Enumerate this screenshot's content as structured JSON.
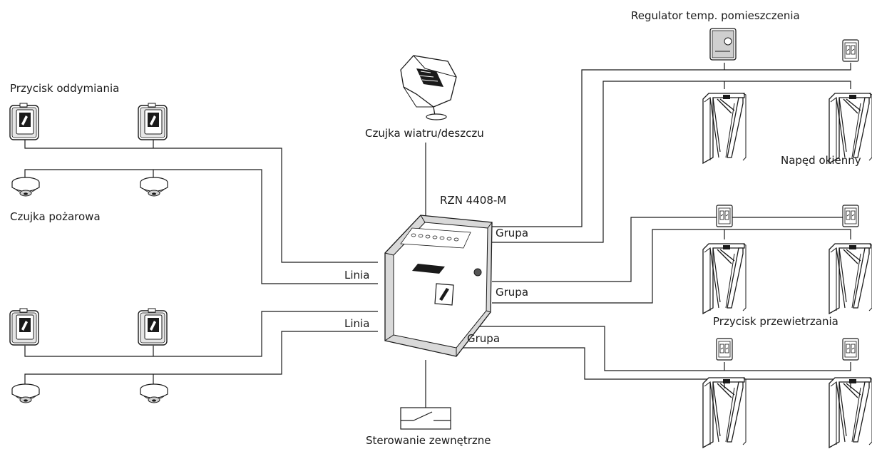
{
  "labels": {
    "room_regulator": "Regulator temp. pomieszczenia",
    "smoke_button": "Przycisk oddymiania",
    "wind_rain_sensor": "Czujka wiatru/deszczu",
    "window_drive": "Napęd okienny",
    "controller": "RZN 4408-M",
    "fire_detector": "Czujka pożarowa",
    "line_1": "Linia",
    "line_2": "Linia",
    "group_1": "Grupa",
    "group_2": "Grupa",
    "group_3": "Grupa",
    "vent_button": "Przycisk przewietrzania",
    "external_control": "Sterowanie zewnętrzne"
  },
  "colors": {
    "line": "#1a1a1a",
    "device_fill": "#ffffff",
    "device_shade": "#d9d9d9"
  }
}
